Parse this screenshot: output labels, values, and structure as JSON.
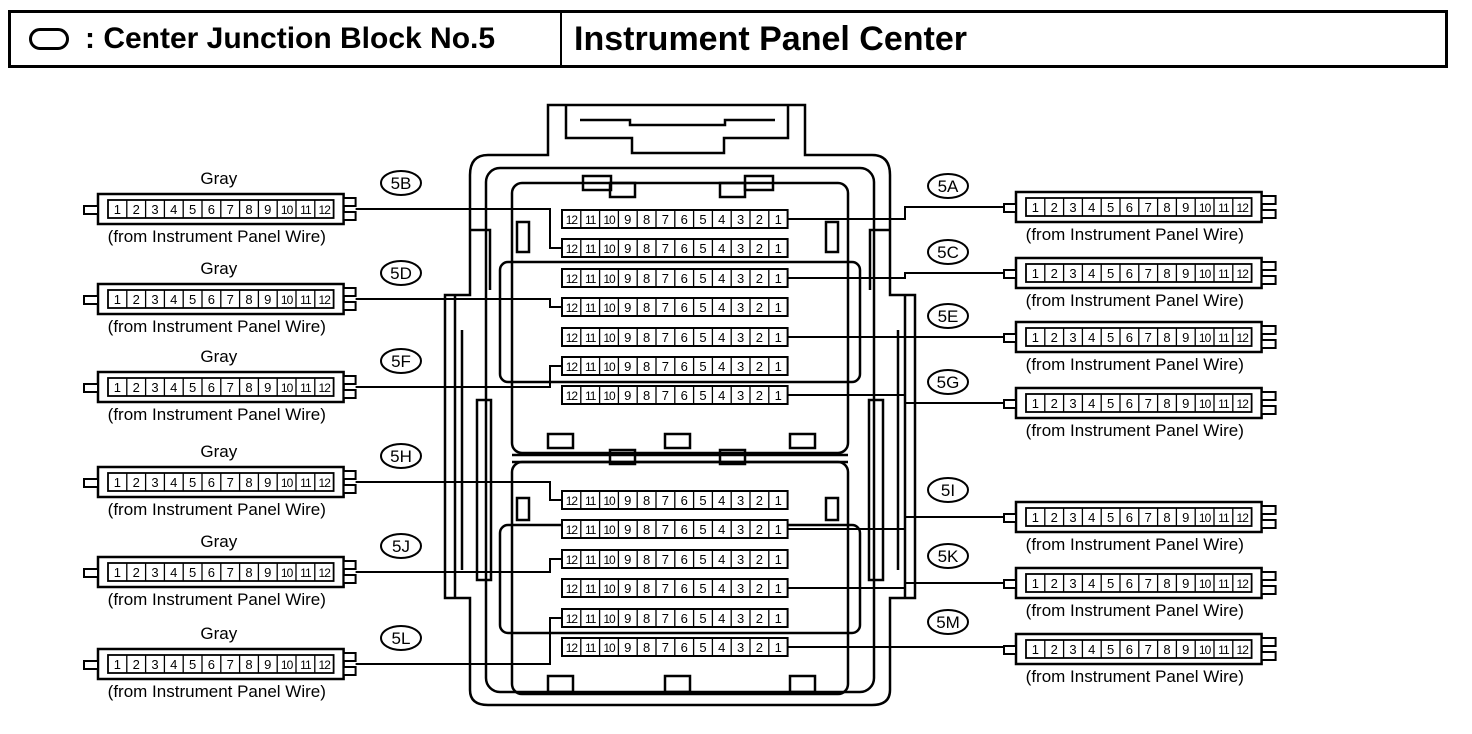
{
  "header": {
    "symbol_icon": "oval-symbol-icon",
    "block_title": ": Center Junction Block No.5",
    "location": "Instrument Panel Center"
  },
  "left_connectors": [
    {
      "id": "5B",
      "color": "Gray",
      "pins": [
        "1",
        "2",
        "3",
        "4",
        "5",
        "6",
        "7",
        "8",
        "9",
        "10",
        "11",
        "12"
      ],
      "source": "(from Instrument Panel Wire)"
    },
    {
      "id": "5D",
      "color": "Gray",
      "pins": [
        "1",
        "2",
        "3",
        "4",
        "5",
        "6",
        "7",
        "8",
        "9",
        "10",
        "11",
        "12"
      ],
      "source": "(from Instrument Panel Wire)"
    },
    {
      "id": "5F",
      "color": "Gray",
      "pins": [
        "1",
        "2",
        "3",
        "4",
        "5",
        "6",
        "7",
        "8",
        "9",
        "10",
        "11",
        "12"
      ],
      "source": "(from Instrument Panel Wire)"
    },
    {
      "id": "5H",
      "color": "Gray",
      "pins": [
        "1",
        "2",
        "3",
        "4",
        "5",
        "6",
        "7",
        "8",
        "9",
        "10",
        "11",
        "12"
      ],
      "source": "(from Instrument Panel Wire)"
    },
    {
      "id": "5J",
      "color": "Gray",
      "pins": [
        "1",
        "2",
        "3",
        "4",
        "5",
        "6",
        "7",
        "8",
        "9",
        "10",
        "11",
        "12"
      ],
      "source": "(from Instrument Panel Wire)"
    },
    {
      "id": "5L",
      "color": "Gray",
      "pins": [
        "1",
        "2",
        "3",
        "4",
        "5",
        "6",
        "7",
        "8",
        "9",
        "10",
        "11",
        "12"
      ],
      "source": "(from Instrument Panel Wire)"
    }
  ],
  "right_connectors": [
    {
      "id": "5A",
      "pins": [
        "1",
        "2",
        "3",
        "4",
        "5",
        "6",
        "7",
        "8",
        "9",
        "10",
        "11",
        "12"
      ],
      "source": "(from Instrument Panel Wire)"
    },
    {
      "id": "5C",
      "pins": [
        "1",
        "2",
        "3",
        "4",
        "5",
        "6",
        "7",
        "8",
        "9",
        "10",
        "11",
        "12"
      ],
      "source": "(from Instrument Panel Wire)"
    },
    {
      "id": "5E",
      "pins": [
        "1",
        "2",
        "3",
        "4",
        "5",
        "6",
        "7",
        "8",
        "9",
        "10",
        "11",
        "12"
      ],
      "source": "(from Instrument Panel Wire)"
    },
    {
      "id": "5G",
      "pins": [
        "1",
        "2",
        "3",
        "4",
        "5",
        "6",
        "7",
        "8",
        "9",
        "10",
        "11",
        "12"
      ],
      "source": "(from Instrument Panel Wire)"
    },
    {
      "id": "5I",
      "pins": [
        "1",
        "2",
        "3",
        "4",
        "5",
        "6",
        "7",
        "8",
        "9",
        "10",
        "11",
        "12"
      ],
      "source": "(from Instrument Panel Wire)"
    },
    {
      "id": "5K",
      "pins": [
        "1",
        "2",
        "3",
        "4",
        "5",
        "6",
        "7",
        "8",
        "9",
        "10",
        "11",
        "12"
      ],
      "source": "(from Instrument Panel Wire)"
    },
    {
      "id": "5M",
      "pins": [
        "1",
        "2",
        "3",
        "4",
        "5",
        "6",
        "7",
        "8",
        "9",
        "10",
        "11",
        "12"
      ],
      "source": "(from Instrument Panel Wire)"
    }
  ],
  "block_sockets": {
    "pins": [
      "12",
      "11",
      "10",
      "9",
      "8",
      "7",
      "6",
      "5",
      "4",
      "3",
      "2",
      "1"
    ],
    "upper_order": [
      "5A",
      "5B",
      "5C",
      "5D",
      "5E",
      "5F",
      "5G"
    ],
    "lower_order": [
      "5H",
      "5I",
      "5J",
      "5K",
      "5L",
      "5M"
    ]
  }
}
